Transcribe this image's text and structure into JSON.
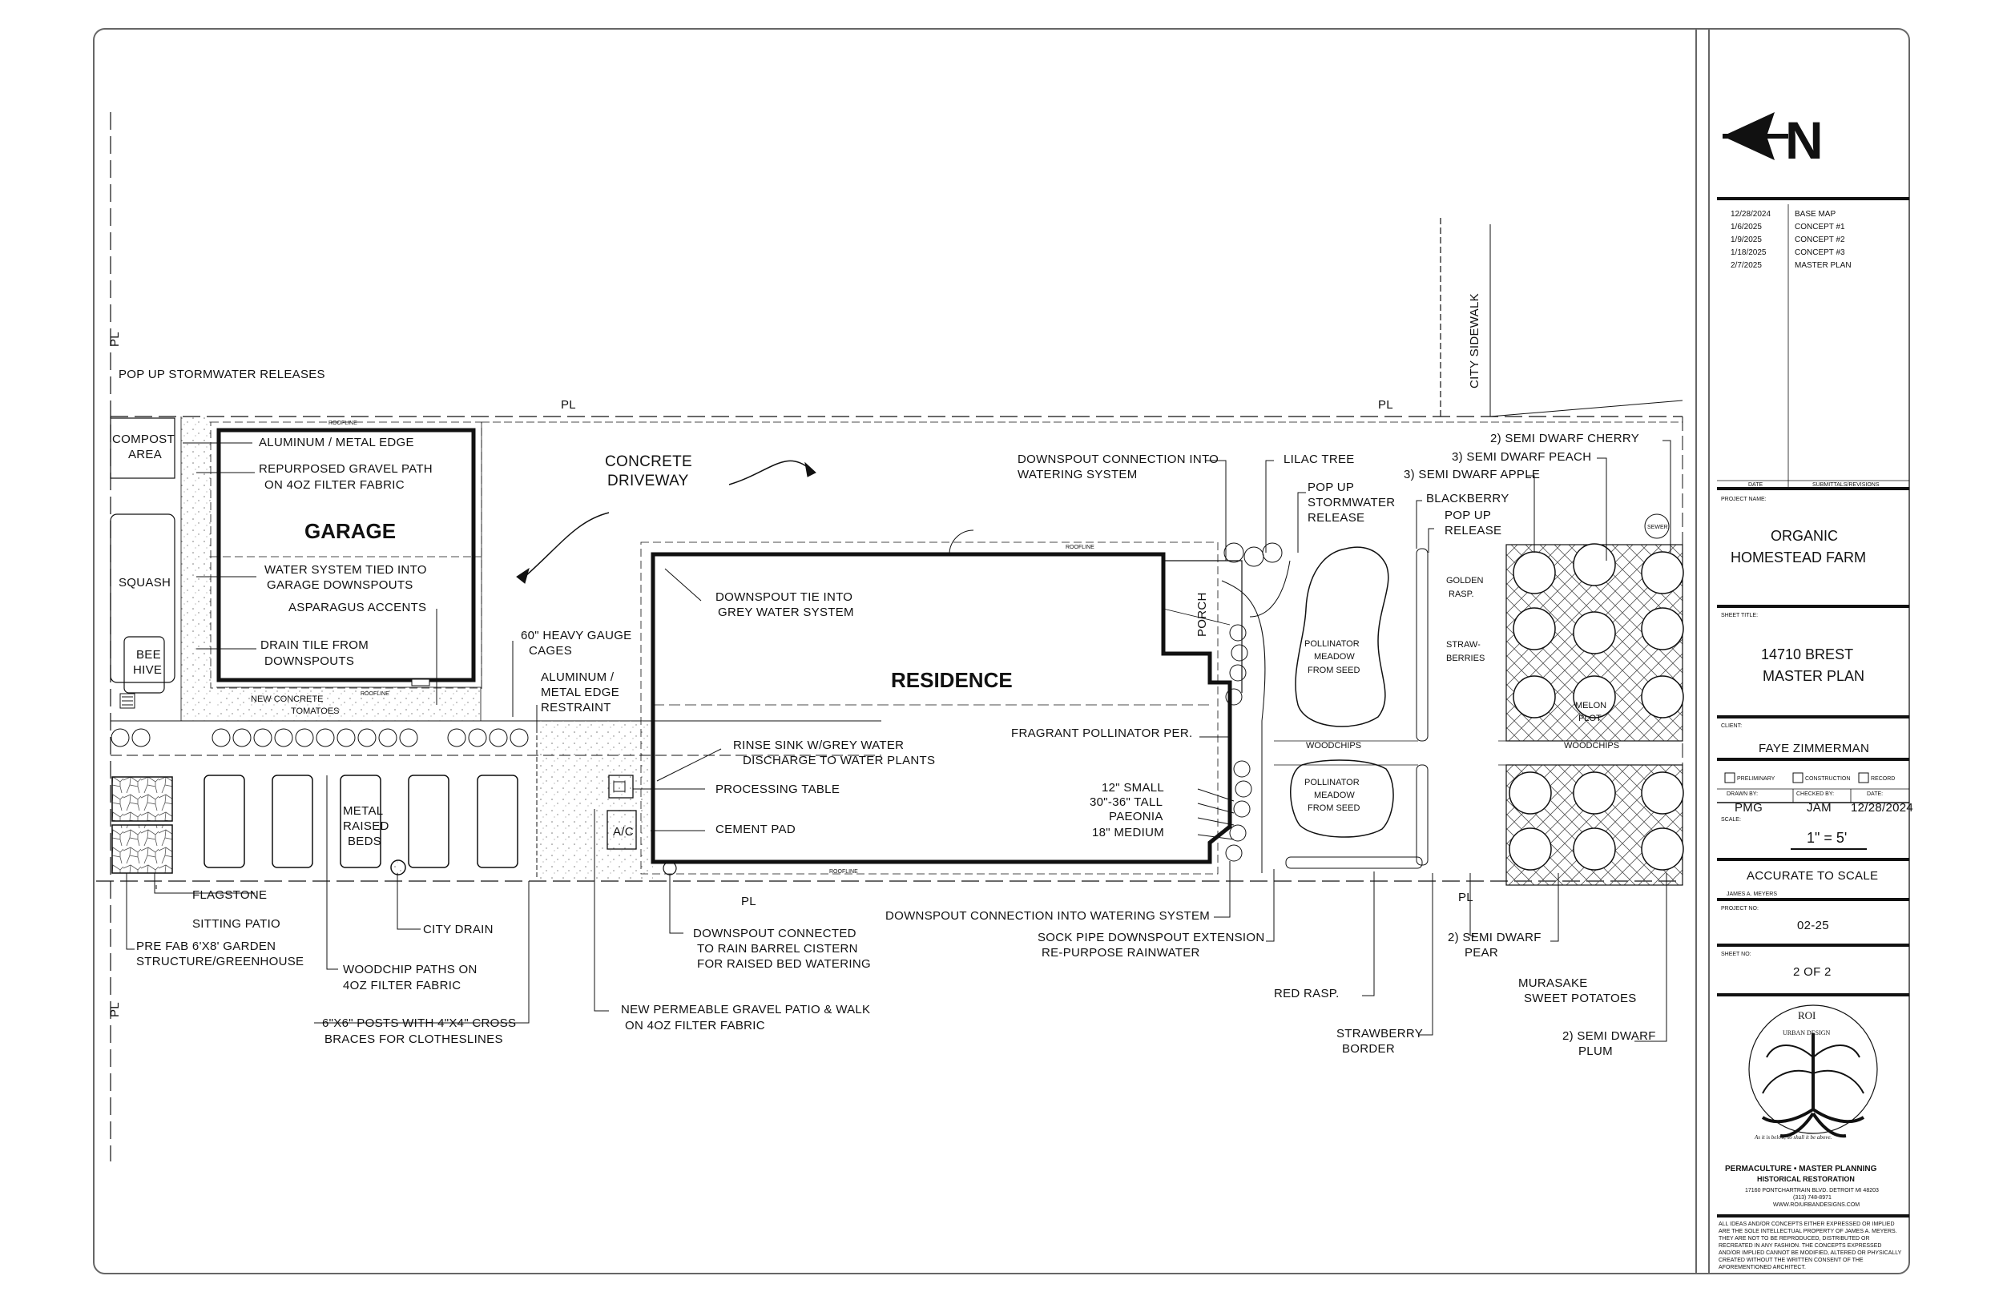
{
  "sheet": {
    "line_color": "#111111",
    "paper_color": "#ffffff"
  },
  "site": {
    "garage": "GARAGE",
    "residence": "RESIDENCE",
    "porch": "PORCH",
    "concrete_driveway_1": "CONCRETE",
    "concrete_driveway_2": "DRIVEWAY",
    "city_sidewalk": "CITY SIDEWALK",
    "pl": "PL",
    "compost_1": "COMPOST",
    "compost_2": "AREA",
    "squash": "SQUASH",
    "bee_hive_1": "BEE",
    "bee_hive_2": "HIVE",
    "metal_beds_1": "METAL",
    "metal_beds_2": "RAISED",
    "metal_beds_3": "BEDS",
    "woodchips": "WOODCHIPS",
    "meadow_1": "POLLINATOR",
    "meadow_2": "MEADOW",
    "meadow_3": "FROM SEED",
    "melon_1": "MELON",
    "melon_2": "PLOT",
    "golden_rasp_1": "GOLDEN",
    "golden_rasp_2": "RASP.",
    "strawberries_1": "STRAW-",
    "strawberries_2": "BERRIES",
    "sewer": "SEWER",
    "ac": "A/C",
    "roofline": "ROOFLINE",
    "new_concrete": "NEW CONCRETE"
  },
  "callouts": {
    "pop_up_stormwater": "POP UP STORMWATER RELEASES",
    "aluminum_edge": "ALUMINUM / METAL EDGE",
    "gravel_path_1": "REPURPOSED GRAVEL PATH",
    "gravel_path_2": "ON 4OZ FILTER FABRIC",
    "water_system_1": "WATER SYSTEM TIED INTO",
    "water_system_2": "GARAGE DOWNSPOUTS",
    "asparagus": "ASPARAGUS ACCENTS",
    "drain_tile_1": "DRAIN TILE FROM",
    "drain_tile_2": "DOWNSPOUTS",
    "tomatoes": "TOMATOES",
    "cages_1": "60\" HEAVY GAUGE",
    "cages_2": "CAGES",
    "restraint_1": "ALUMINUM /",
    "restraint_2": "METAL EDGE",
    "restraint_3": "RESTRAINT",
    "downspout_grey_1": "DOWNSPOUT TIE INTO",
    "downspout_grey_2": "GREY WATER SYSTEM",
    "rinse_1": "RINSE SINK W/GREY WATER",
    "rinse_2": "DISCHARGE TO WATER PLANTS",
    "processing": "PROCESSING TABLE",
    "cement_pad": "CEMENT PAD",
    "flagstone_1": "FLAGSTONE",
    "flagstone_2": "SITTING PATIO",
    "city_drain": "CITY DRAIN",
    "prefab_1": "PRE FAB 6'X8' GARDEN",
    "prefab_2": "STRUCTURE/GREENHOUSE",
    "woodchip_paths_1": "WOODCHIP PATHS ON",
    "woodchip_paths_2": "4OZ FILTER FABRIC",
    "posts_1": "6\"X6\" POSTS WITH 4\"X4\" CROSS",
    "posts_2": "BRACES FOR CLOTHESLINES",
    "permeable_1": "NEW PERMEABLE GRAVEL PATIO & WALK",
    "permeable_2": "ON 4OZ FILTER FABRIC",
    "rain_barrel_1": "DOWNSPOUT CONNECTED",
    "rain_barrel_2": "TO RAIN BARREL CISTERN",
    "rain_barrel_3": "FOR RAISED BED WATERING",
    "downspout_watering_top_1": "DOWNSPOUT CONNECTION INTO",
    "downspout_watering_top_2": "WATERING SYSTEM",
    "lilac": "LILAC TREE",
    "pop_up_release_1": "POP UP",
    "pop_up_release_2": "STORMWATER",
    "pop_up_release_3": "RELEASE",
    "blackberry": "BLACKBERRY",
    "pop_up_release_b_1": "POP UP",
    "pop_up_release_b_2": "RELEASE",
    "fragrant": "FRAGRANT POLLINATOR PER.",
    "small": "12\" SMALL",
    "tall": "30\"-36\" TALL",
    "paeonia": "PAEONIA",
    "medium": "18\" MEDIUM",
    "downspout_watering_bottom": "DOWNSPOUT CONNECTION INTO WATERING SYSTEM",
    "sock_pipe_1": "SOCK PIPE DOWNSPOUT EXTENSION",
    "sock_pipe_2": "RE-PURPOSE RAINWATER",
    "red_rasp": "RED RASP.",
    "strawberry_border_1": "STRAWBERRY",
    "strawberry_border_2": "BORDER",
    "cherry": "2) SEMI DWARF CHERRY",
    "peach": "3) SEMI DWARF PEACH",
    "apple": "3) SEMI DWARF APPLE",
    "pear_1": "2) SEMI DWARF",
    "pear_2": "PEAR",
    "potatoes_1": "MURASAKE",
    "potatoes_2": "SWEET POTATOES",
    "plum_1": "2) SEMI DWARF",
    "plum_2": "PLUM"
  },
  "title_block": {
    "north": "N",
    "revisions": [
      {
        "date": "12/28/2024",
        "desc": "BASE MAP"
      },
      {
        "date": "1/6/2025",
        "desc": "CONCEPT #1"
      },
      {
        "date": "1/9/2025",
        "desc": "CONCEPT #2"
      },
      {
        "date": "1/18/2025",
        "desc": "CONCEPT #3"
      },
      {
        "date": "2/7/2025",
        "desc": "MASTER PLAN"
      }
    ],
    "date_header": "DATE",
    "submittals_header": "SUBMITTALS/REVISIONS",
    "project_name_label": "PROJECT NAME:",
    "project_name_1": "ORGANIC",
    "project_name_2": "HOMESTEAD FARM",
    "sheet_title_label": "SHEET TITLE:",
    "sheet_title_1": "14710 BREST",
    "sheet_title_2": "MASTER PLAN",
    "client_label": "CLIENT:",
    "client": "FAYE ZIMMERMAN",
    "preliminary": "PRELIMINARY",
    "construction": "CONSTRUCTION",
    "record": "RECORD",
    "drawn_by_label": "DRAWN BY:",
    "checked_by_label": "CHECKED BY:",
    "date_label": "DATE:",
    "drawn_by": "PMG",
    "checked_by": "JAM",
    "date": "12/28/2024",
    "scale_label": "SCALE:",
    "scale": "1\" = 5'",
    "accurate": "ACCURATE TO SCALE",
    "author": "JAMES A. MEYERS",
    "project_no_label": "PROJECT NO:",
    "project_no": "02-25",
    "sheet_no_label": "SHEET NO:",
    "sheet_no": "2 OF 2",
    "logo_roi": "ROI",
    "logo_urban": "URBAN DESIGN",
    "logo_motto": "As it is below, so shall it be above.",
    "firm_1": "PERMACULTURE  •  MASTER PLANNING",
    "firm_2": "HISTORICAL RESTORATION",
    "address": "17160 PONTCHARTRAIN BLVD.  DETROIT MI 48203",
    "phone": "(313) 748-8971",
    "web": "WWW.ROIURBANDESIGNS.COM",
    "disclaimer_1": "ALL IDEAS AND/OR CONCEPTS EITHER EXPRESSED OR IMPLIED",
    "disclaimer_2": "ARE THE SOLE INTELLECTUAL PROPERTY OF JAMES A. MEYERS.",
    "disclaimer_3": "THEY ARE NOT TO BE REPRODUCED, DISTRIBUTED OR",
    "disclaimer_4": "RECREATED IN ANY FASHION. THE CONCEPTS EXPRESSED",
    "disclaimer_5": "AND/OR IMPLIED CANNOT BE MODIFIED, ALTERED OR PHYSICALLY",
    "disclaimer_6": "CREATED WITHOUT THE WRITTEN CONSENT OF THE",
    "disclaimer_7": "AFOREMENTIONED ARCHITECT."
  }
}
